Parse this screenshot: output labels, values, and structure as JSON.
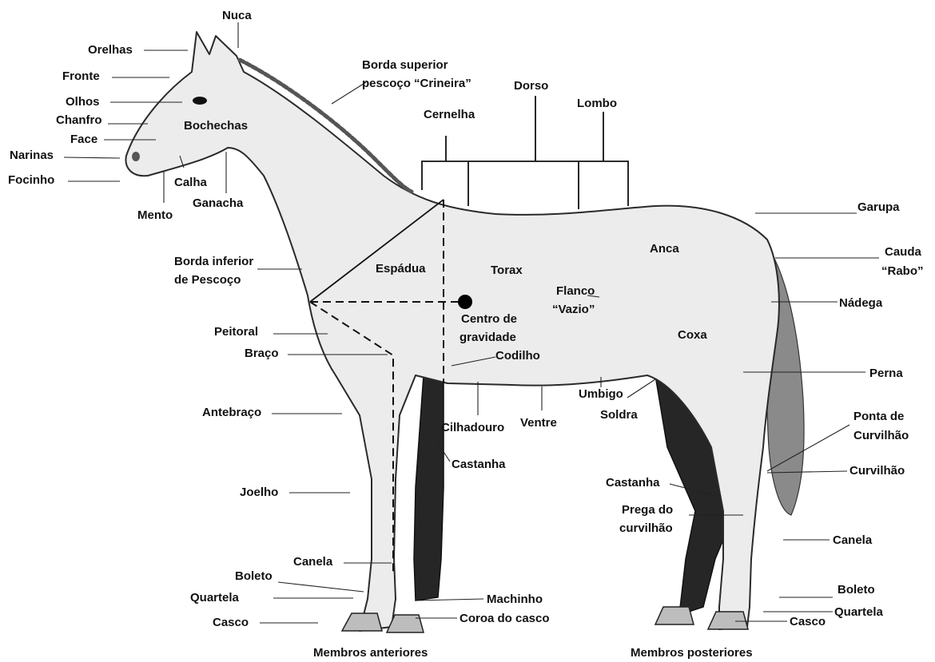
{
  "labels": {
    "nuca": "Nuca",
    "orelhas": "Orelhas",
    "fronte": "Fronte",
    "olhos": "Olhos",
    "chanfro": "Chanfro",
    "face": "Face",
    "narinas": "Narinas",
    "focinho": "Focinho",
    "bochechas": "Bochechas",
    "calha": "Calha",
    "ganacha": "Ganacha",
    "mento": "Mento",
    "borda_superior_l1": "Borda superior",
    "borda_superior_l2": "pescoço “Crineira”",
    "dorso": "Dorso",
    "lombo": "Lombo",
    "cernelha": "Cernelha",
    "garupa": "Garupa",
    "cauda_l1": "Cauda",
    "cauda_l2": "“Rabo”",
    "anca": "Anca",
    "espadua": "Espádua",
    "torax": "Torax",
    "flanco_l1": "Flanco",
    "flanco_l2": "“Vazio”",
    "nadega": "Nádega",
    "borda_inferior_l1": "Borda inferior",
    "borda_inferior_l2": "de Pescoço",
    "centro_l1": "Centro de",
    "centro_l2": "gravidade",
    "coxa": "Coxa",
    "peitoral": "Peitoral",
    "braco": "Braço",
    "codilho": "Codilho",
    "perna": "Perna",
    "umbigo": "Umbigo",
    "soldra": "Soldra",
    "antebraco": "Antebraço",
    "cilhadouro": "Cilhadouro",
    "ventre": "Ventre",
    "ponta_curvilhao_l1": "Ponta de",
    "ponta_curvilhao_l2": "Curvilhão",
    "castanha_ant": "Castanha",
    "curvilhao": "Curvilhão",
    "joelho": "Joelho",
    "castanha_post": "Castanha",
    "prega_l1": "Prega do",
    "prega_l2": "curvilhão",
    "canela_ant": "Canela",
    "canela_post": "Canela",
    "boleto_ant": "Boleto",
    "quartela_ant": "Quartela",
    "casco_ant": "Casco",
    "machinho": "Machinho",
    "coroa": "Coroa do casco",
    "boleto_post": "Boleto",
    "quartela_post": "Quartela",
    "casco_post": "Casco",
    "membros_anteriores": "Membros anteriores",
    "membros_posteriores": "Membros posteriores"
  }
}
